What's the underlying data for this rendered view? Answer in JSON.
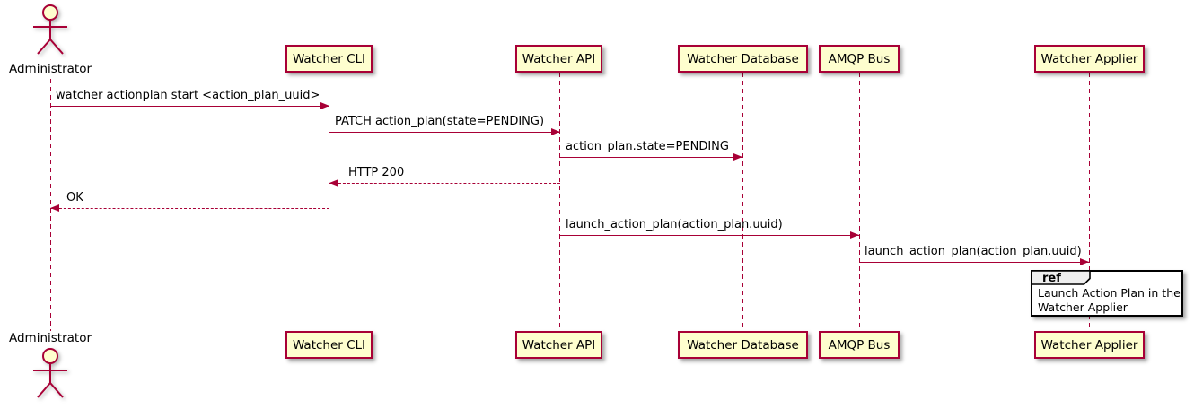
{
  "diagram_type": "uml-sequence",
  "colors": {
    "participant_fill": "#FEFECE",
    "stroke": "#A80036",
    "text": "#000000",
    "ref_header_fill": "#EEEEEE",
    "ref_border": "#000000",
    "background": "#FFFFFF"
  },
  "actor": {
    "label": "Administrator"
  },
  "participants": [
    {
      "label": "Watcher CLI"
    },
    {
      "label": "Watcher API"
    },
    {
      "label": "Watcher Database"
    },
    {
      "label": "AMQP Bus"
    },
    {
      "label": "Watcher Applier"
    }
  ],
  "messages": [
    {
      "label": "watcher actionplan start <action_plan_uuid>",
      "from": "Administrator",
      "to": "Watcher CLI",
      "line": "solid",
      "direction": "right"
    },
    {
      "label": "PATCH action_plan(state=PENDING)",
      "from": "Watcher CLI",
      "to": "Watcher API",
      "line": "solid",
      "direction": "right"
    },
    {
      "label": "action_plan.state=PENDING",
      "from": "Watcher API",
      "to": "Watcher Database",
      "line": "solid",
      "direction": "right"
    },
    {
      "label": "HTTP 200",
      "from": "Watcher API",
      "to": "Watcher CLI",
      "line": "dashed",
      "direction": "left"
    },
    {
      "label": "OK",
      "from": "Watcher CLI",
      "to": "Administrator",
      "line": "dashed",
      "direction": "left"
    },
    {
      "label": "launch_action_plan(action_plan.uuid)",
      "from": "Watcher API",
      "to": "AMQP Bus",
      "line": "solid",
      "direction": "right"
    },
    {
      "label": "launch_action_plan(action_plan.uuid)",
      "from": "AMQP Bus",
      "to": "Watcher Applier",
      "line": "solid",
      "direction": "right"
    }
  ],
  "ref_fragment": {
    "keyword": "ref",
    "lines": [
      "Launch Action Plan in the",
      "Watcher Applier"
    ]
  }
}
